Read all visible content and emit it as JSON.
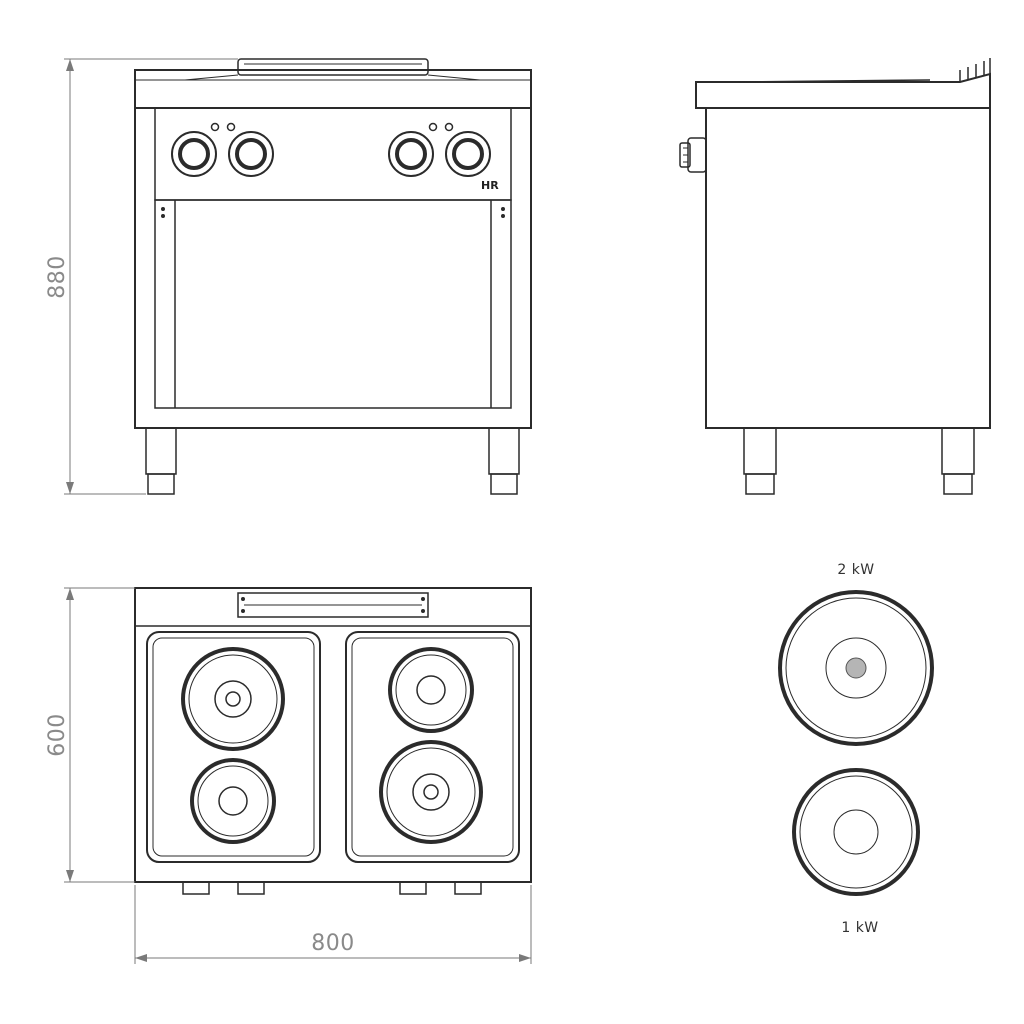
{
  "dimensions": {
    "height": "880",
    "depth": "600",
    "width": "800"
  },
  "legend": {
    "large_plate_power": "2 kW",
    "small_plate_power": "1 kW"
  },
  "brand_mark": "HR",
  "colors": {
    "line": "#2b2b2b",
    "dimension": "#8a8a8a",
    "plate_center": "#b5b5b5"
  }
}
